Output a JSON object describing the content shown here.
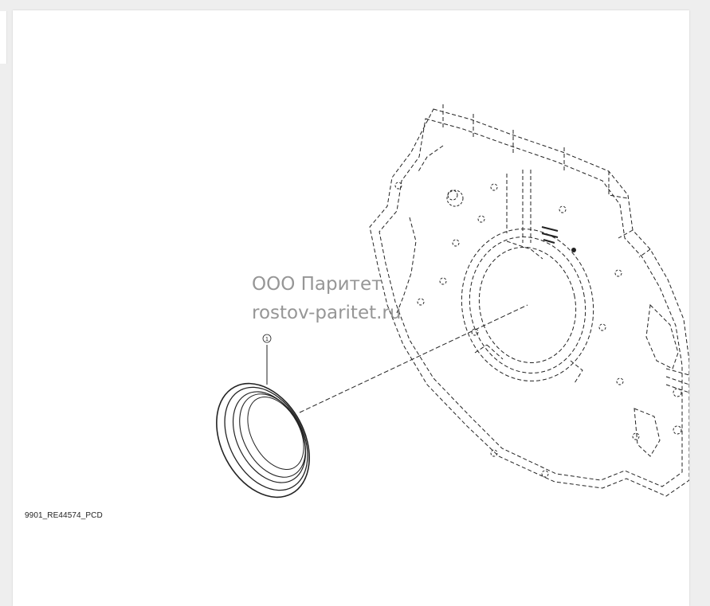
{
  "drawing": {
    "part_code": "9901_RE44574_PCD",
    "callout_number": "1"
  },
  "watermark": {
    "line1": "ООО Паритет",
    "line2": "rostov-paritet.ru"
  },
  "colors": {
    "line": "#222222",
    "watermark": "#787878",
    "page_background": "#eeeeee"
  }
}
